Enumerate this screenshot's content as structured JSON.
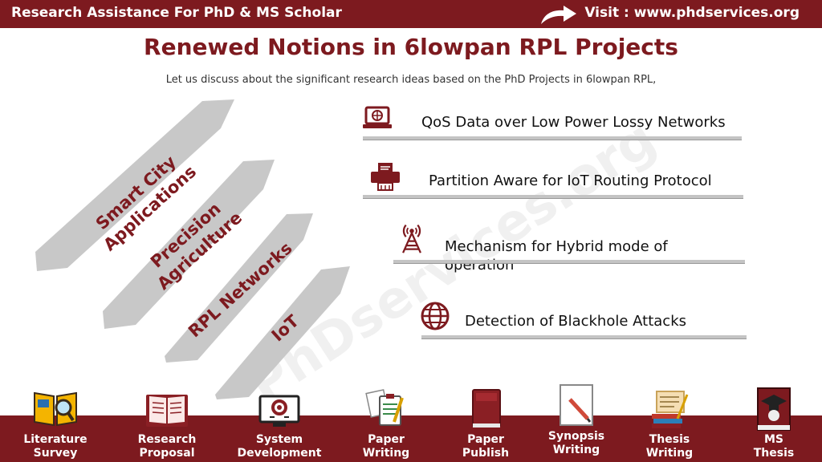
{
  "header": {
    "title": "Research Assistance For PhD & MS Scholar",
    "visit": "Visit : www.phdservices.org"
  },
  "page": {
    "title": "Renewed Notions in 6lowpan RPL Projects",
    "subtitle": "Let us discuss about the significant research ideas based on the PhD Projects in 6lowpan RPL,"
  },
  "watermark": "PhDservices.org",
  "arrows": {
    "a1_line1": "Smart City",
    "a1_line2": "Applications",
    "a2_line1": "Precision",
    "a2_line2": "Agriculture",
    "a3_line1": "RPL Networks",
    "a4_line1": "IoT"
  },
  "items": {
    "i1": "QoS Data over Low Power Lossy Networks",
    "i2": "Partition Aware for IoT Routing Protocol",
    "i3_line1": "Mechanism for Hybrid mode of",
    "i3_line2": "operation",
    "i4": "Detection of Blackhole Attacks"
  },
  "services": [
    {
      "line1": "Literature",
      "line2": "Survey"
    },
    {
      "line1": "Research",
      "line2": "Proposal"
    },
    {
      "line1": "System",
      "line2": "Development"
    },
    {
      "line1": "Paper",
      "line2": "Writing"
    },
    {
      "line1": "Paper",
      "line2": "Publish"
    },
    {
      "line1": "Synopsis",
      "line2": "Writing"
    },
    {
      "line1": "Thesis",
      "line2": "Writing"
    },
    {
      "line1": "MS",
      "line2": "Thesis"
    }
  ],
  "colors": {
    "brand": "#7d1a1f",
    "arrow_fill": "#c8c8c8",
    "line": "#c4c4c4"
  },
  "icons": {
    "item1": "laptop-globe-icon",
    "item2": "printer-icon",
    "item3": "antenna-tower-icon",
    "item4": "globe-icon"
  }
}
